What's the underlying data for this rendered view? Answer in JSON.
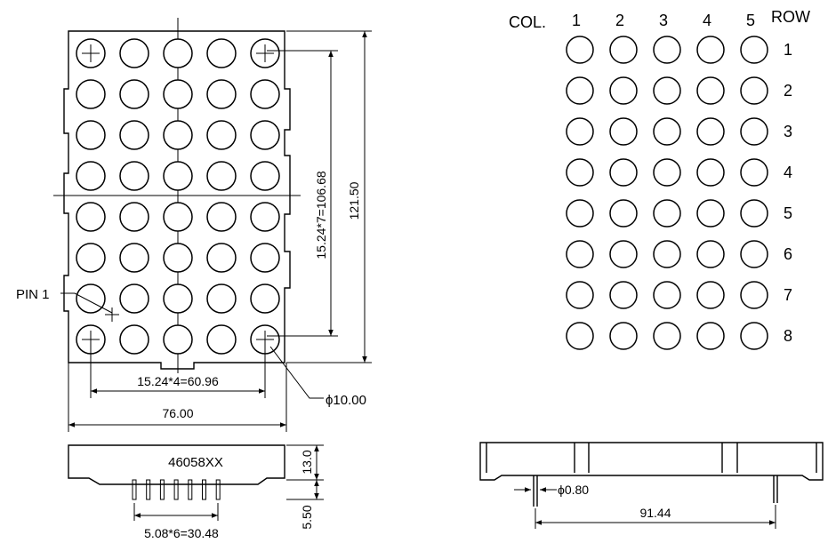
{
  "front_view": {
    "pin1_label": "PIN 1",
    "height_pitch_dim": "15.24*7=106.68",
    "overall_height_dim": "121.50",
    "width_pitch_dim": "15.24*4=60.96",
    "overall_width_dim": "76.00",
    "hole_diameter_dim": "ϕ10.00",
    "rows": 8,
    "cols": 5
  },
  "side_view": {
    "part_number": "46058XX",
    "body_height_dim": "13.0",
    "pin_length_dim": "5.50",
    "pin_pitch_dim": "5.08*6=30.48"
  },
  "schematic": {
    "col_heading": "COL.",
    "row_heading": "ROW",
    "col_labels": [
      "1",
      "2",
      "3",
      "4",
      "5"
    ],
    "row_labels": [
      "1",
      "2",
      "3",
      "4",
      "5",
      "6",
      "7",
      "8"
    ]
  },
  "end_view": {
    "pin_diameter_dim": "ϕ0.80",
    "pin_span_dim": "91.44"
  }
}
